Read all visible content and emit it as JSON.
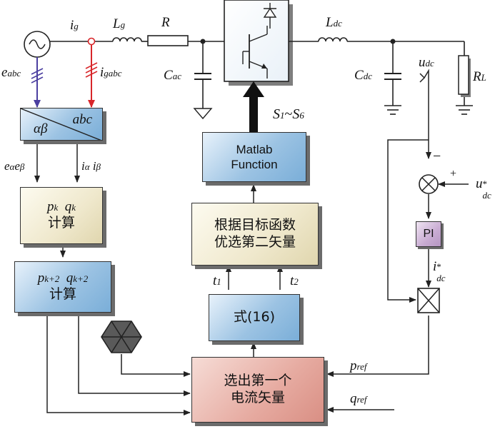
{
  "circuit": {
    "source_label": "e",
    "source_sub": "abc",
    "current_label": "i",
    "current_sub": "g",
    "current_abc_label": "i",
    "current_abc_sub": "gabc",
    "inductor_label": "L",
    "inductor_sub": "g",
    "resistor_label": "R",
    "cap_ac_label": "C",
    "cap_ac_sub": "ac",
    "dc_inductor_label": "L",
    "dc_inductor_sub": "dc",
    "cap_dc_label": "C",
    "cap_dc_sub": "dc",
    "load_label": "R",
    "load_sub": "L",
    "udc_label": "u",
    "udc_sub": "dc",
    "switch_label": "S",
    "switch_range_from": "1",
    "switch_tilde": "~",
    "switch_range_to_sym": "S",
    "switch_range_to": "6"
  },
  "blocks": {
    "transform_top": "abc",
    "transform_bottom": "αβ",
    "power_calc_p": "p",
    "power_calc_p_sub": "k",
    "power_calc_q": "q",
    "power_calc_q_sub": "k",
    "power_calc_label": "计算",
    "predict_p": "p",
    "predict_p_sub": "k+2",
    "predict_q": "q",
    "predict_q_sub": "k+2",
    "predict_label": "计算",
    "matlab_line1": "Matlab",
    "matlab_line2": "Function",
    "second_vector_line1": "根据目标函数",
    "second_vector_line2": "优选第二矢量",
    "eq_block": "式(16)",
    "first_vector_line1": "选出第一个",
    "first_vector_line2": "电流矢量",
    "pi_block": "PI"
  },
  "signals": {
    "e_alpha": "e",
    "e_alpha_sub": "α",
    "e_beta": "e",
    "e_beta_sub": "β",
    "i_alpha": "i",
    "i_alpha_sub": "α",
    "i_beta": "i",
    "i_beta_sub": "β",
    "t1": "t",
    "t1_sub": "1",
    "t2": "t",
    "t2_sub": "2",
    "p_ref": "p",
    "p_ref_sub": "ref",
    "q_ref": "q",
    "q_ref_sub": "ref",
    "udc_ref": "u",
    "udc_ref_sub": "dc",
    "udc_ref_sup": "*",
    "idc_ref": "i",
    "idc_ref_sub": "dc",
    "idc_ref_sup": "*",
    "sum_plus": "+",
    "sum_minus": "−"
  },
  "colors": {
    "source_arrow": "#4b3fa0",
    "current_arrow": "#d8262a",
    "block_blue": "#9cc3e3",
    "block_cream": "#efe8cc",
    "block_pink": "#e6aaa0",
    "block_purple": "#c8abd2"
  }
}
